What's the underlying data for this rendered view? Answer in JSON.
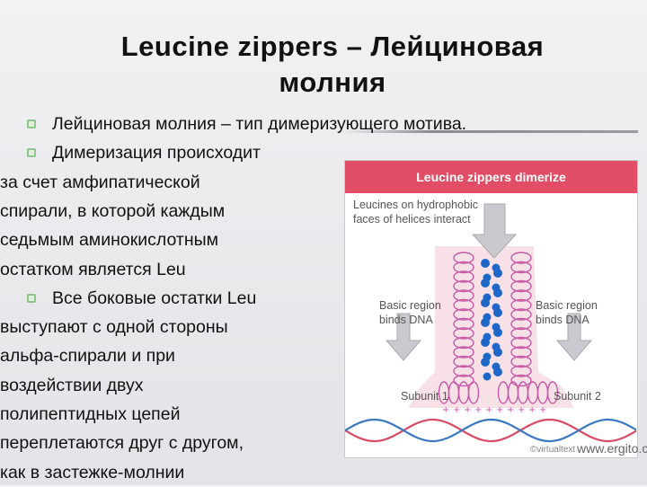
{
  "slide": {
    "title_line1": "Leucine zippers – Лейциновая",
    "title_line2": "молния"
  },
  "bullets": [
    {
      "marker": true,
      "text": "Лейциновая молния – тип димеризующего мотива."
    },
    {
      "marker": true,
      "text": "Димеризация происходит"
    },
    {
      "marker": false,
      "text": "за счет амфипатической"
    },
    {
      "marker": false,
      "text": "спирали, в которой каждым"
    },
    {
      "marker": false,
      "text": " седьмым аминокислотным"
    },
    {
      "marker": false,
      "text": "остатком является Leu"
    },
    {
      "marker": true,
      "text": "Все боковые остатки Leu"
    },
    {
      "marker": false,
      "text": "выступают с одной стороны"
    },
    {
      "marker": false,
      "text": "альфа-спирали и при"
    },
    {
      "marker": false,
      "text": "воздействии двух"
    },
    {
      "marker": false,
      "text": " полипептидных цепей"
    },
    {
      "marker": false,
      "text": "переплетаются друг с другом,"
    },
    {
      "marker": false,
      "text": " как в застежке-молнии"
    }
  ],
  "figure": {
    "header": "Leucine zippers dimerize",
    "label_leucines_1": "Leucines on hydrophobic",
    "label_leucines_2": "faces of helices interact",
    "label_basic_left_1": "Basic region",
    "label_basic_left_2": "binds DNA",
    "label_basic_right_1": "Basic region",
    "label_basic_right_2": "binds DNA",
    "label_subunit_1": "Subunit 1",
    "label_subunit_2": "Subunit 2",
    "watermark": "©virtualtext",
    "brand": "www.ergito.com",
    "colors": {
      "header": "#e24d66",
      "leucine_dot": "#1f66c9",
      "helix": "#c65aa6",
      "dna_red": "#d94a64",
      "dna_blue": "#3a78c2",
      "glow": "#f3cfd9"
    }
  }
}
